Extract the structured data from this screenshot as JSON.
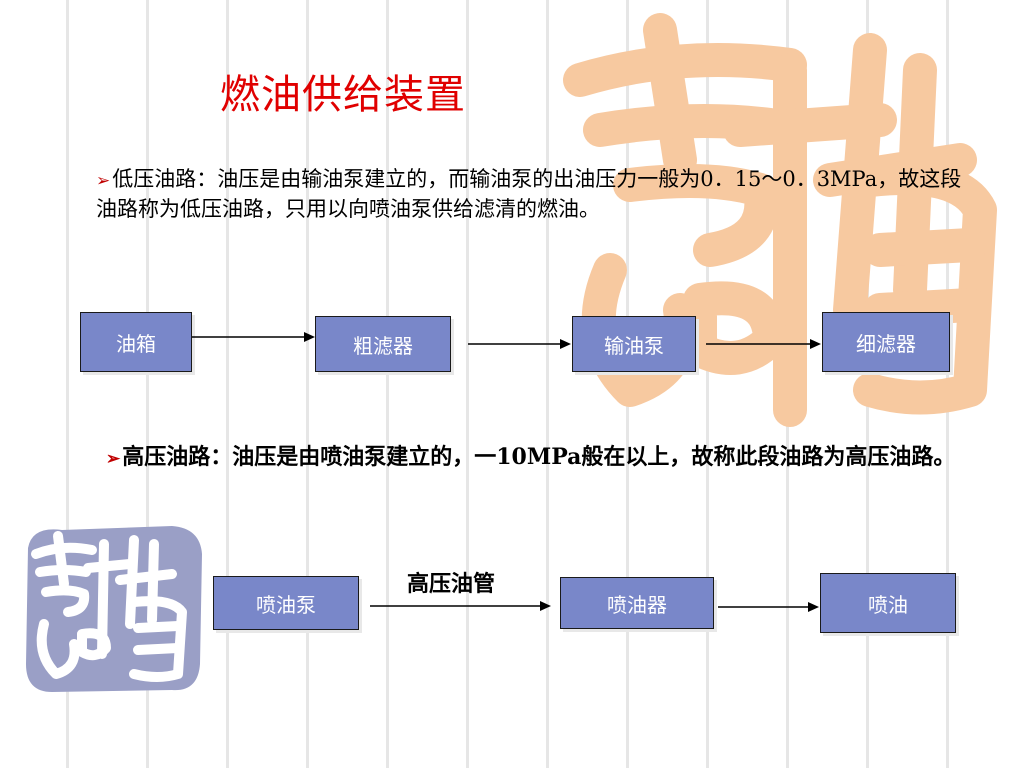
{
  "title": "燃油供给装置",
  "low_pressure": {
    "bullet": "➢",
    "text": "低压油路：油压是由输油泵建立的，而输油泵的出油压力一般为0．15～0．3MPa，故这段油路称为低压油路，只用以向喷油泵供给滤清的燃油。",
    "flow": [
      "油箱",
      "粗滤器",
      "输油泵",
      "细滤器"
    ]
  },
  "high_pressure": {
    "bullet": "➢",
    "text": "高压油路：油压是由喷油泵建立的，一10MPa般在以上，故称此段油路为高压油路。",
    "flow": [
      "喷油泵",
      "喷油器",
      "喷油"
    ],
    "pipe_label": "高压油管"
  },
  "colors": {
    "title": "#e00000",
    "box_fill": "#7987c9",
    "logo_orange": "#f7c9a0",
    "logo_purple": "#9a9fc6"
  }
}
